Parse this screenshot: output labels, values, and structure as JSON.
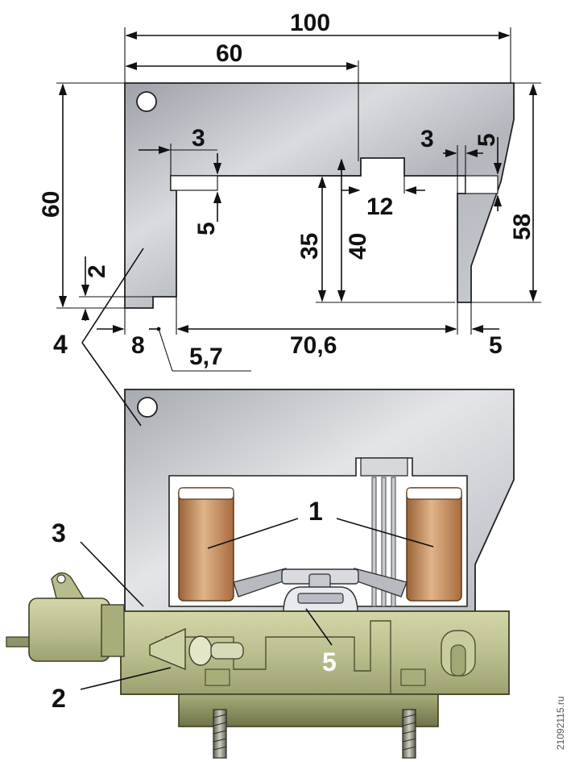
{
  "dimensions": {
    "top_width": "100",
    "inner_width": "60",
    "left_height": "60",
    "right_height": "58",
    "slot_left": "3",
    "slot_left_depth": "5",
    "slot_right": "3",
    "slot_right_depth": "5",
    "tab_width": "12",
    "window_height_35": "35",
    "window_height_40": "40",
    "notch": "2",
    "left_leg": "8",
    "step": "5,7",
    "span": "70,6",
    "right_leg": "5"
  },
  "callouts": {
    "magnet_coils": "1",
    "housing": "2",
    "cover": "3",
    "plate": "4",
    "contact": "5"
  },
  "watermark": "21092115.ru",
  "colors": {
    "plate_metal": "#b9bcc2",
    "coil_copper": "#c08a5a",
    "housing_green": "#b8bd8c",
    "ink": "#111111"
  }
}
